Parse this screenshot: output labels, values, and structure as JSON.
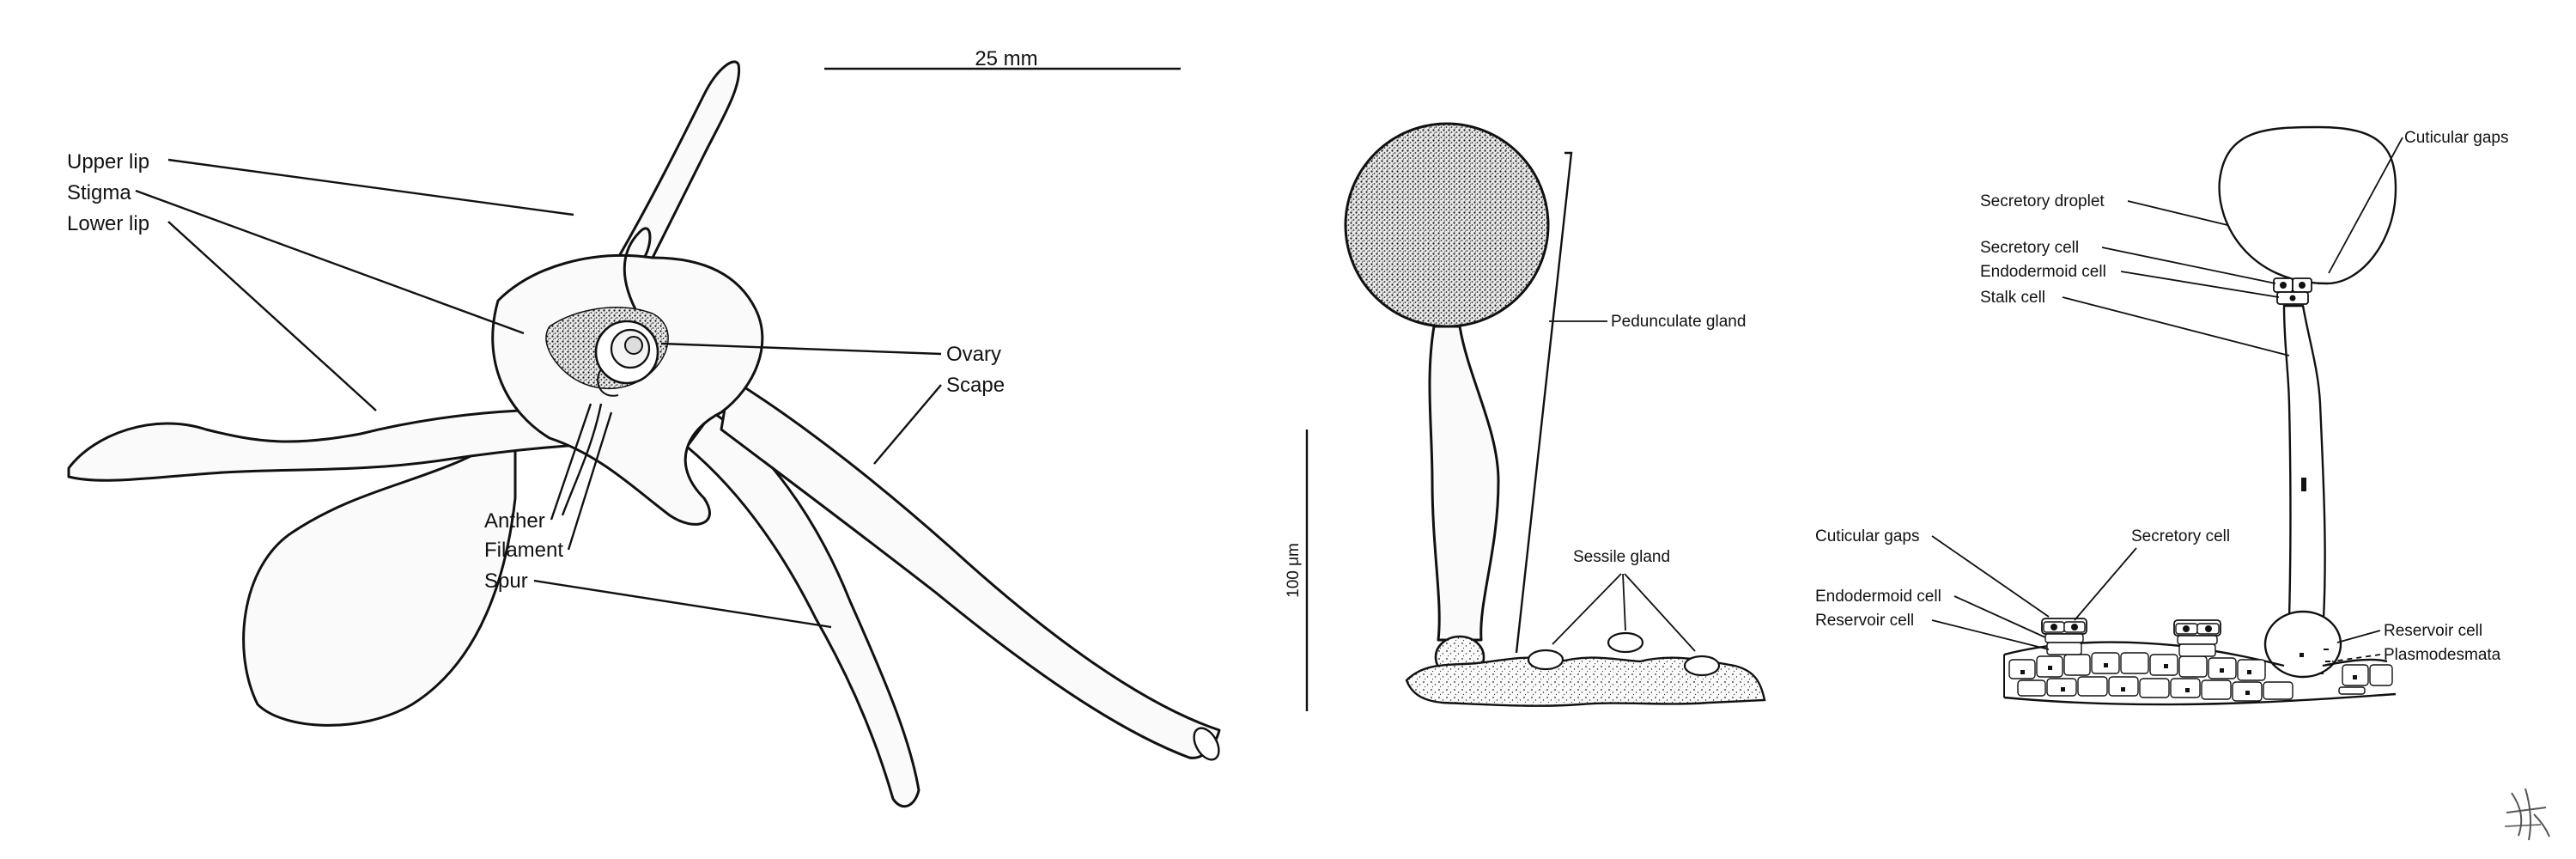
{
  "flower": {
    "scale_bar": "25 mm",
    "labels": {
      "upper_lip": "Upper lip",
      "stigma": "Stigma",
      "lower_lip": "Lower lip",
      "ovary": "Ovary",
      "scape": "Scape",
      "anther": "Anther",
      "filament": "Filament",
      "spur": "Spur"
    }
  },
  "gland_sketch": {
    "scale_bar": "100 μm",
    "labels": {
      "pedunculate_gland": "Pedunculate gland",
      "sessile_gland": "Sessile gland"
    }
  },
  "gland_detail": {
    "labels": {
      "cuticular_gaps_top": "Cuticular gaps",
      "secretory_droplet": "Secretory droplet",
      "secretory_cell_top": "Secretory cell",
      "endodermoid_cell_top": "Endodermoid cell",
      "stalk_cell": "Stalk cell",
      "cuticular_gaps_bottom": "Cuticular gaps",
      "secretory_cell_bottom": "Secretory cell",
      "endodermoid_cell_bottom": "Endodermoid cell",
      "reservoir_cell_left": "Reservoir cell",
      "reservoir_cell_right": "Reservoir cell",
      "plasmodesmata": "Plasmodesmata"
    }
  },
  "icons": {
    "signature": "artist-signature-icon"
  }
}
